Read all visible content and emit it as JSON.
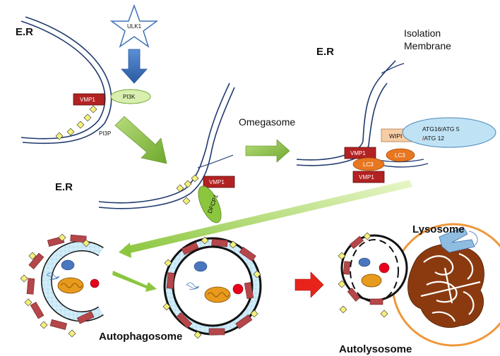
{
  "labels": {
    "er_top": "E.R",
    "er_middle": "E.R",
    "er_right": "E.R",
    "ulk1": "ULK1",
    "pi3k": "PI3K",
    "pi3p": "PI3P",
    "vmp1": "VMP1",
    "dfcp1": "DFCP1",
    "omegasome": "Omegasome",
    "isolation_membrane_line1": "Isolation",
    "isolation_membrane_line2": "Membrane",
    "wipi": "WIPI",
    "atg_line1_a": "ATG16",
    "atg_line1_sep": "/",
    "atg_line1_b": "ATG 5",
    "atg_line2_sep": "/",
    "atg_line2_b": "ATG 12",
    "lc3": "LC3",
    "lysosome": "Lysosome",
    "autophagosome": "Autophagosome",
    "autolysosome": "Autolysosome"
  },
  "colors": {
    "membrane": "#1f3a6e",
    "vmp1_box": "#b22222",
    "pi3k_ellipse": "#d8efb0",
    "dfcp1": "#8cc63f",
    "wipi_box": "#f7cda6",
    "atg_ellipse": "#bfe3f5",
    "lc3": "#e87722",
    "green_arrow": "#8cc63f",
    "blue_arrow": "#3f72b8",
    "red_arrow": "#e8241a",
    "vesicle_fill": "#cdeaf7",
    "lysosome_ring": "#f0973a",
    "lysosome_content": "#8b3a10",
    "mitochondrion": "#e89a1d",
    "pi3p_marker": "#f5f07a",
    "red_organelle": "#e8001c",
    "blue_organelle": "#4a76c0",
    "atg_separator": "#c0392b"
  },
  "icons": [
    "star-icon",
    "arrow-down-icon",
    "arrow-right-icon",
    "mitochondrion-icon",
    "protein-icon"
  ]
}
